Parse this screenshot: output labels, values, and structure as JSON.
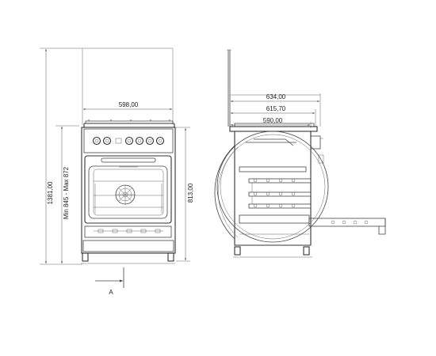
{
  "dimensions": {
    "front_width": "598,00",
    "total_height": "1381,00",
    "worktop_height": "Min 845 - Max 872",
    "body_height": "813,00",
    "side_depth_overall": "634,00",
    "side_depth_mid": "615,70",
    "side_depth_body": "590,00"
  },
  "section_marker": {
    "label": "A"
  },
  "colors": {
    "line": "#444444",
    "dim": "#555555",
    "background": "#ffffff"
  }
}
